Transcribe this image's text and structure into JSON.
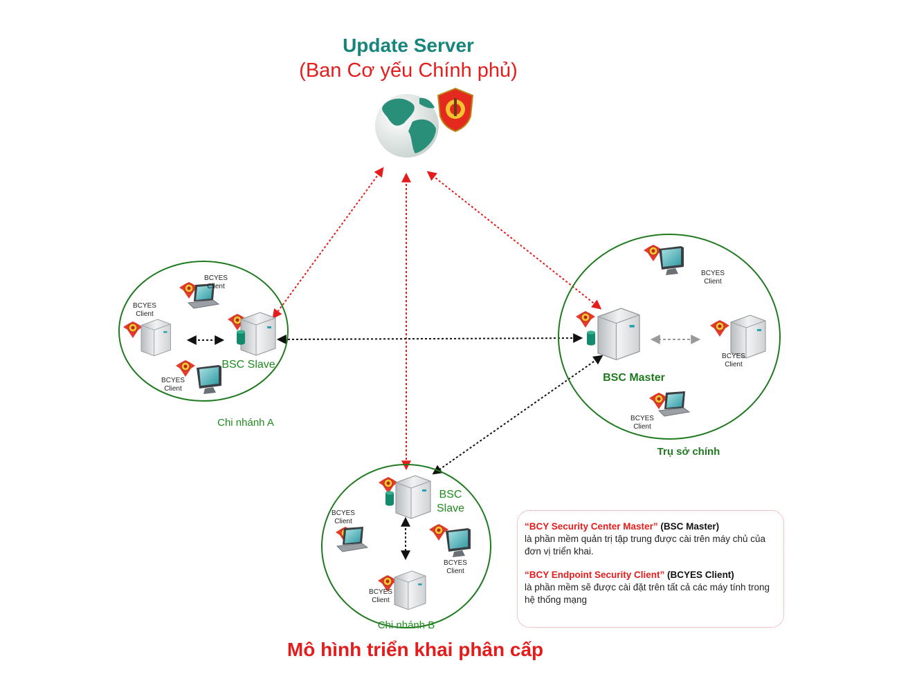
{
  "header": {
    "title": "Update Server",
    "subtitle": "(Ban Cơ yếu Chính phủ)"
  },
  "sites": {
    "branch_a": {
      "name": "Chi nhánh A",
      "server_label": "BSC Slave",
      "client_label_1": "BCYES",
      "client_label_2": "Client"
    },
    "headquarters": {
      "name": "Trụ sở chính",
      "server_label": "BSC Master",
      "client_label_1": "BCYES",
      "client_label_2": "Client"
    },
    "branch_b": {
      "name": "Chi nhánh B",
      "server_label_1": "BSC",
      "server_label_2": "Slave",
      "client_label_1": "BCYES",
      "client_label_2": "Client"
    }
  },
  "legend": {
    "master_name": "“BCY Security Center Master”",
    "master_abbr": "(BSC Master)",
    "master_desc": "là phần mềm quản trị tập trung được cài trên máy chủ của đơn vị triển khai.",
    "client_name": "“BCY Endpoint Security Client”",
    "client_abbr": "(BCYES Client)",
    "client_desc": "là phần mềm sẽ được cài đặt trên tất cả các máy tính trong hệ thống mạng"
  },
  "footer": {
    "title": "Mô hình triển khai phân cấp"
  },
  "colors": {
    "teal_title": "#17857c",
    "red": "#e51c1c",
    "green_circle": "#1f7a1f",
    "arrow_black": "#111111",
    "arrow_grey": "#9a9a9a"
  },
  "icons": [
    "globe-icon",
    "emblem-icon",
    "server-icon",
    "laptop-icon",
    "monitor-icon",
    "database-icon",
    "badge-icon"
  ]
}
